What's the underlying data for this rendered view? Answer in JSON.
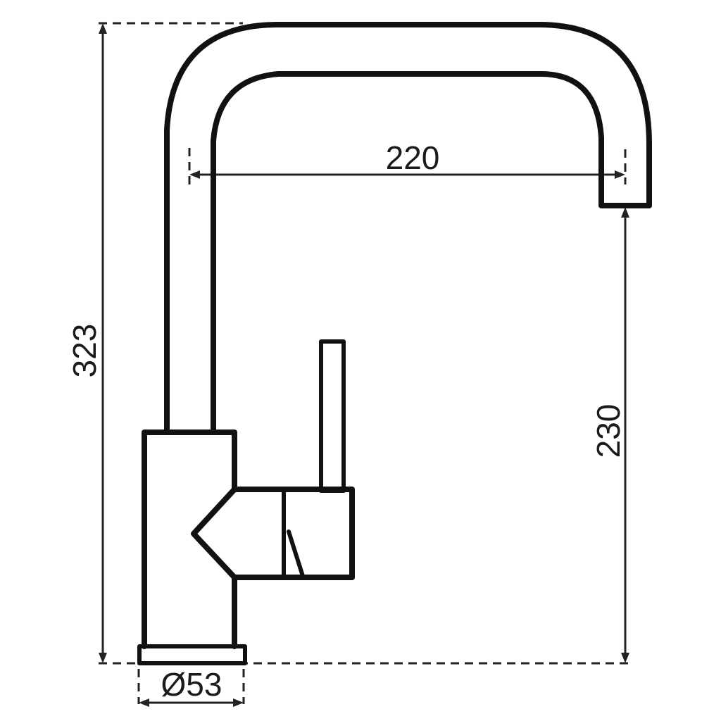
{
  "diagram": {
    "dimensions": {
      "total_height": "323",
      "reach": "220",
      "spout_height": "230",
      "base_diameter": "Ø53"
    }
  }
}
